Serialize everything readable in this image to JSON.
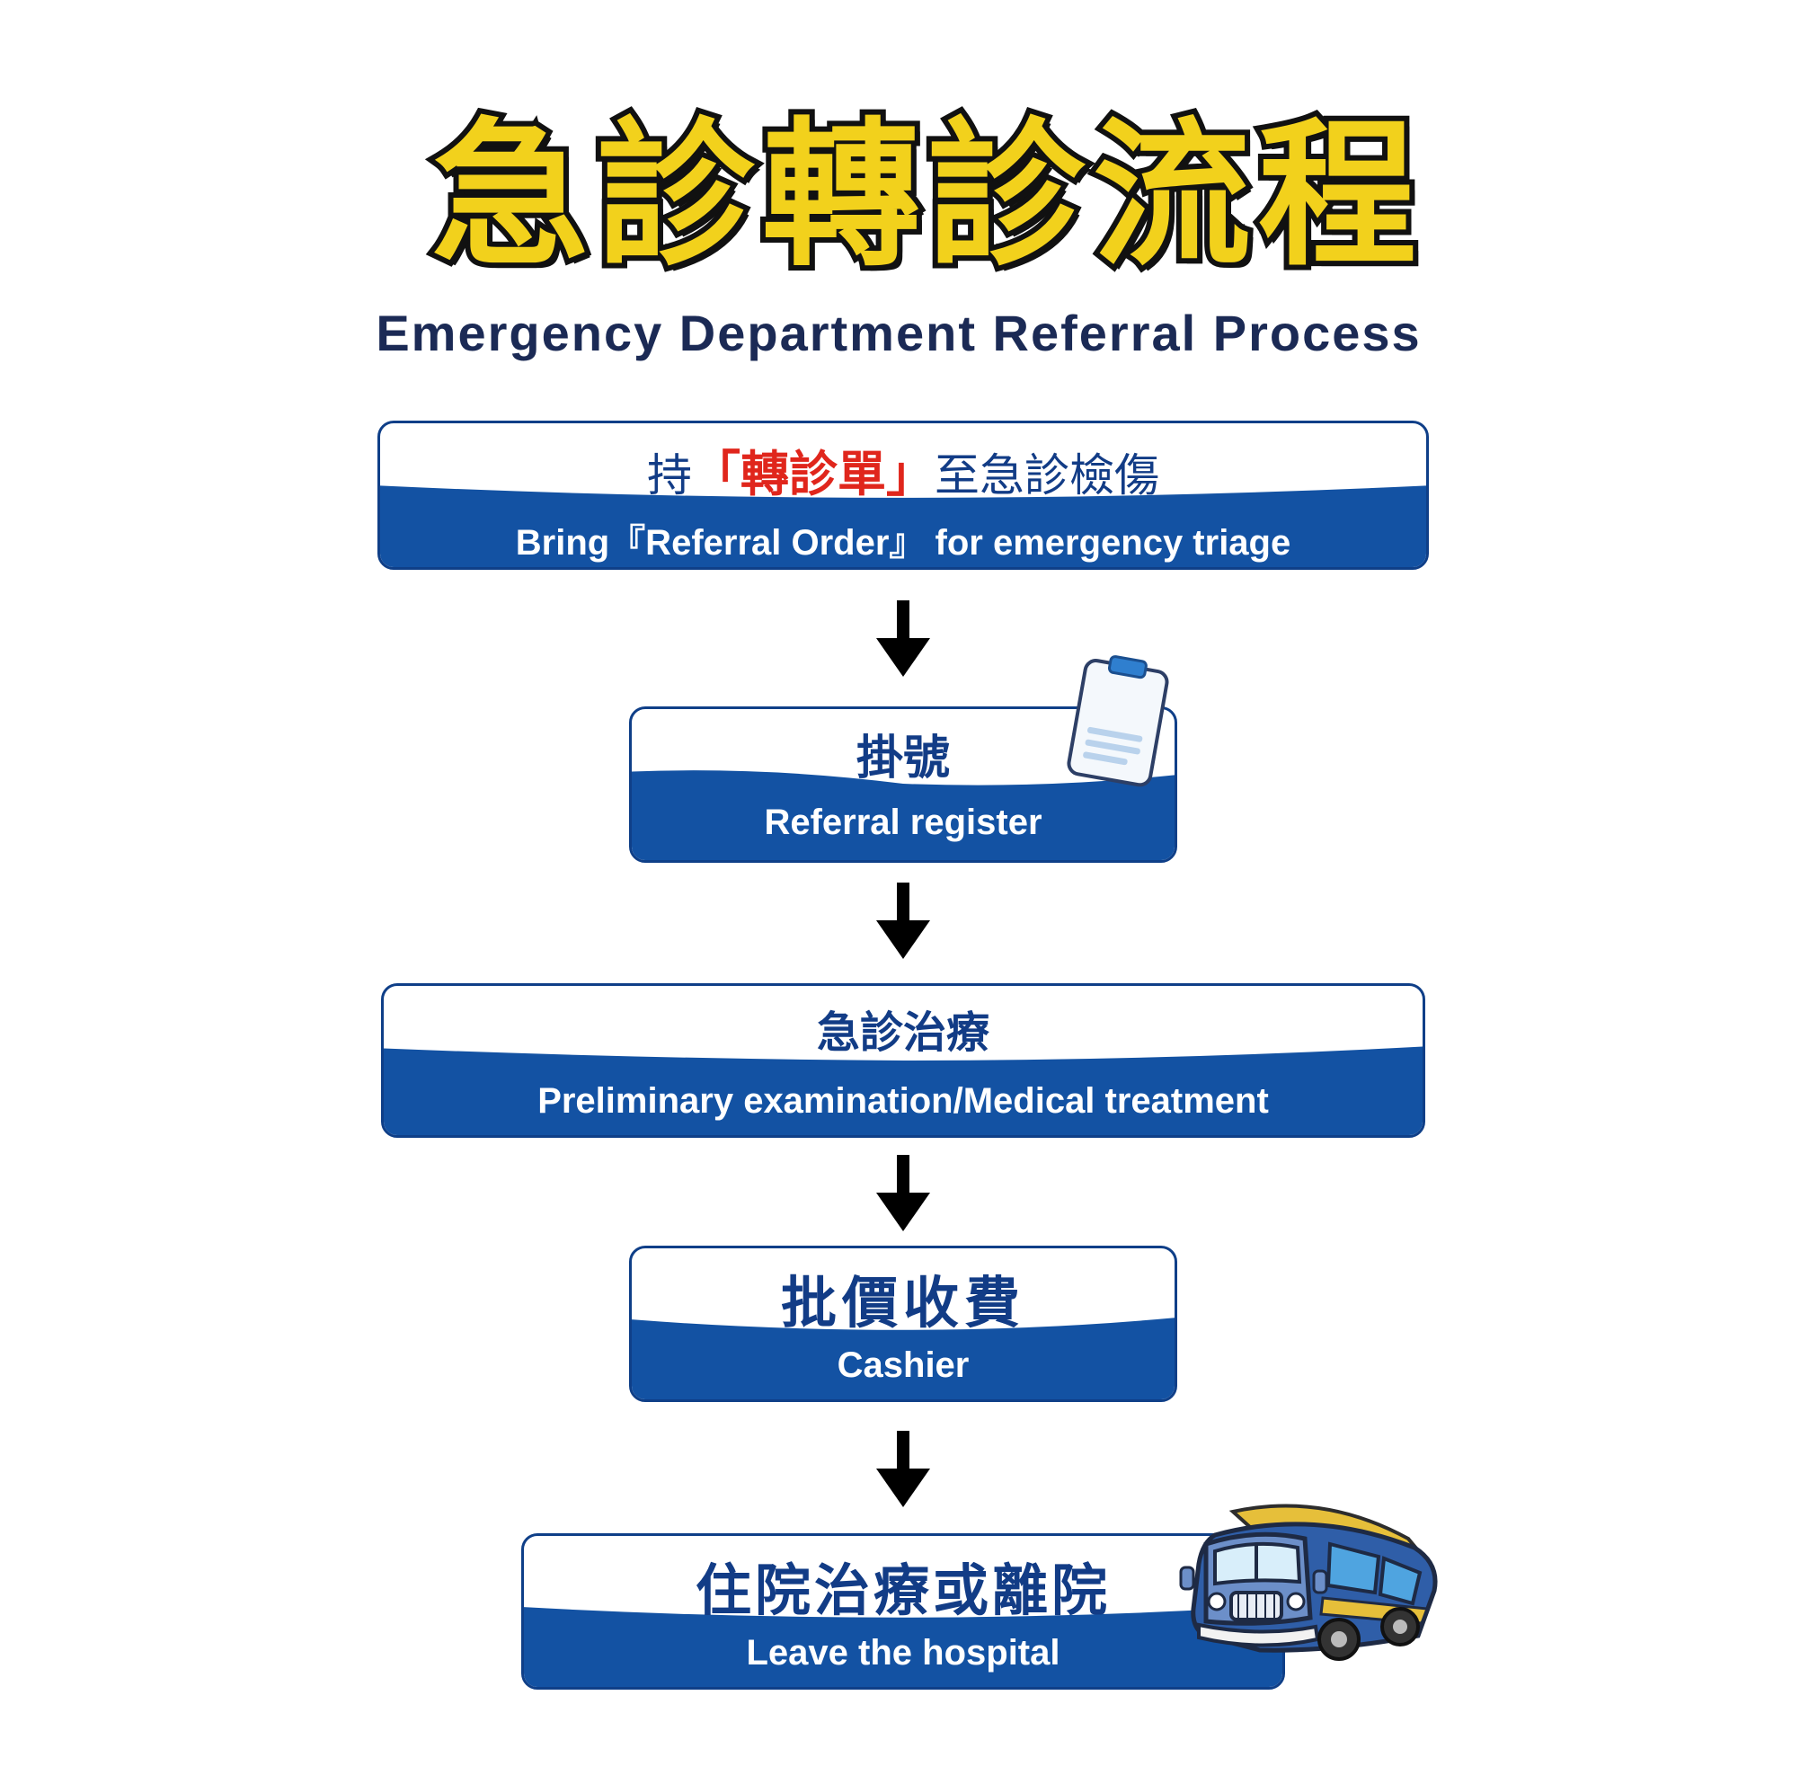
{
  "title": {
    "chinese": "急診轉診流程",
    "english": "Emergency Department Referral Process"
  },
  "steps": [
    {
      "cn_prefix": "持",
      "cn_highlight": "「轉診單」",
      "cn_suffix": "至急診檢傷",
      "en": "Bring『Referral Order』 for emergency triage"
    },
    {
      "cn": "掛號",
      "en": "Referral register"
    },
    {
      "cn": "急診治療",
      "en": "Preliminary examination/Medical treatment"
    },
    {
      "cn": "批價收費",
      "en": "Cashier"
    },
    {
      "cn": "住院治療或離院",
      "en": "Leave the hospital"
    }
  ],
  "colors": {
    "title_fill": "#f2d11c",
    "title_outline": "#111111",
    "heading_navy": "#1b2a55",
    "box_blue": "#1352a3",
    "box_border": "#0f3f88",
    "highlight_red": "#e0261c",
    "arrow": "#000000"
  },
  "icons": [
    "clipboard-icon",
    "bus-icon",
    "down-arrow-icon"
  ]
}
